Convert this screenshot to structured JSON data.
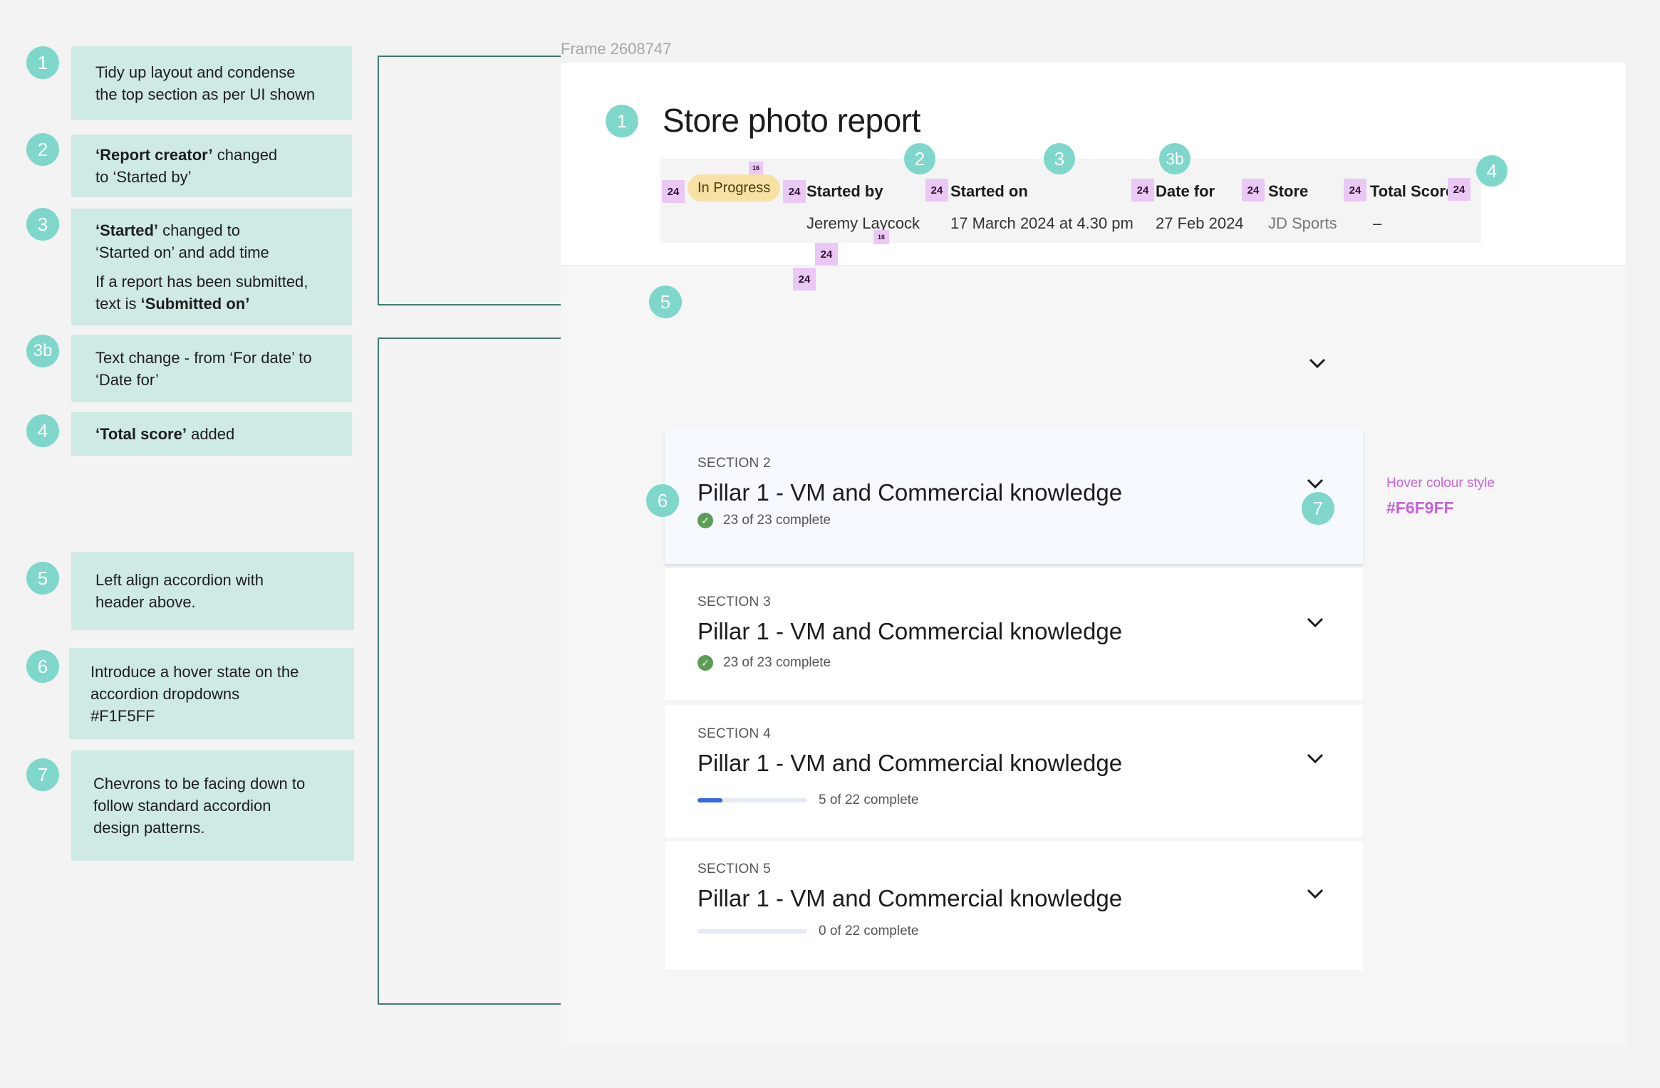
{
  "annotations": [
    {
      "number": "1",
      "lines": [
        [
          "",
          "Tidy up layout and condense"
        ],
        [
          "",
          "the top section as per UI shown"
        ]
      ]
    },
    {
      "number": "2",
      "lines": [
        [
          "Report creator",
          ""
        ],
        [
          "",
          "to ‘Started by’"
        ]
      ],
      "raw": [
        "‘Report creator’",
        " changed",
        "to ‘Started by’"
      ]
    },
    {
      "number": "3",
      "raw": [
        "‘Started’",
        " changed to",
        "‘Started on’ and add time",
        "If a report has been submitted,",
        "text is ",
        "‘Submitted on’"
      ]
    },
    {
      "number": "3b",
      "raw": [
        "Text change - from ‘For date’ to",
        "‘Date for’"
      ]
    },
    {
      "number": "4",
      "raw": [
        "‘Total score’",
        " added"
      ]
    },
    {
      "number": "5",
      "raw": [
        "Left align accordion with",
        "header above."
      ]
    },
    {
      "number": "6",
      "raw": [
        "Introduce a hover state on the",
        "accordion dropdowns",
        "#F1F5FF"
      ]
    },
    {
      "number": "7",
      "raw": [
        "Chevrons to be facing down to",
        "follow standard accordion",
        "design patterns."
      ]
    }
  ],
  "frame": {
    "label": "Frame 2608747"
  },
  "report": {
    "title": "Store photo report",
    "status": "In Progress",
    "columns": [
      {
        "label": "Started by",
        "value": "Jeremy Laycock"
      },
      {
        "label": "Started on",
        "value": "17 March 2024 at 4.30 pm"
      },
      {
        "label": "Date for",
        "value": "27 Feb 2024"
      },
      {
        "label": "Store",
        "value": "JD Sports"
      },
      {
        "label": "Total Score",
        "value": "–"
      }
    ]
  },
  "spacing_tags": [
    "24",
    "16"
  ],
  "sections": [
    {
      "section": "SECTION 2",
      "title": "Pillar 1 - VM and Commercial knowledge",
      "status": "23 of 23 complete",
      "progress": 1.0,
      "complete": true,
      "hover": true
    },
    {
      "section": "SECTION 3",
      "title": "Pillar 1 - VM and Commercial knowledge",
      "status": "23 of 23 complete",
      "progress": 1.0,
      "complete": true,
      "hover": false
    },
    {
      "section": "SECTION 4",
      "title": "Pillar 1 - VM and Commercial knowledge",
      "status": "5 of 22 complete",
      "progress": 0.23,
      "complete": false,
      "hover": false
    },
    {
      "section": "SECTION 5",
      "title": "Pillar 1 - VM and Commercial knowledge",
      "status": "0 of 22 complete",
      "progress": 0.0,
      "complete": false,
      "hover": false
    }
  ],
  "hover_style": {
    "label": "Hover colour style",
    "hex": "#F6F9FF"
  },
  "colors": {
    "marker": "#7fd6cb",
    "note": "#cfe9e5",
    "hover": "#f6f9ff",
    "progress": "#3c66e0",
    "complete": "#5a9e55",
    "pill": "#f8e1a4",
    "spacer": "#e9c8f4",
    "accent_text": "#c562dc"
  }
}
